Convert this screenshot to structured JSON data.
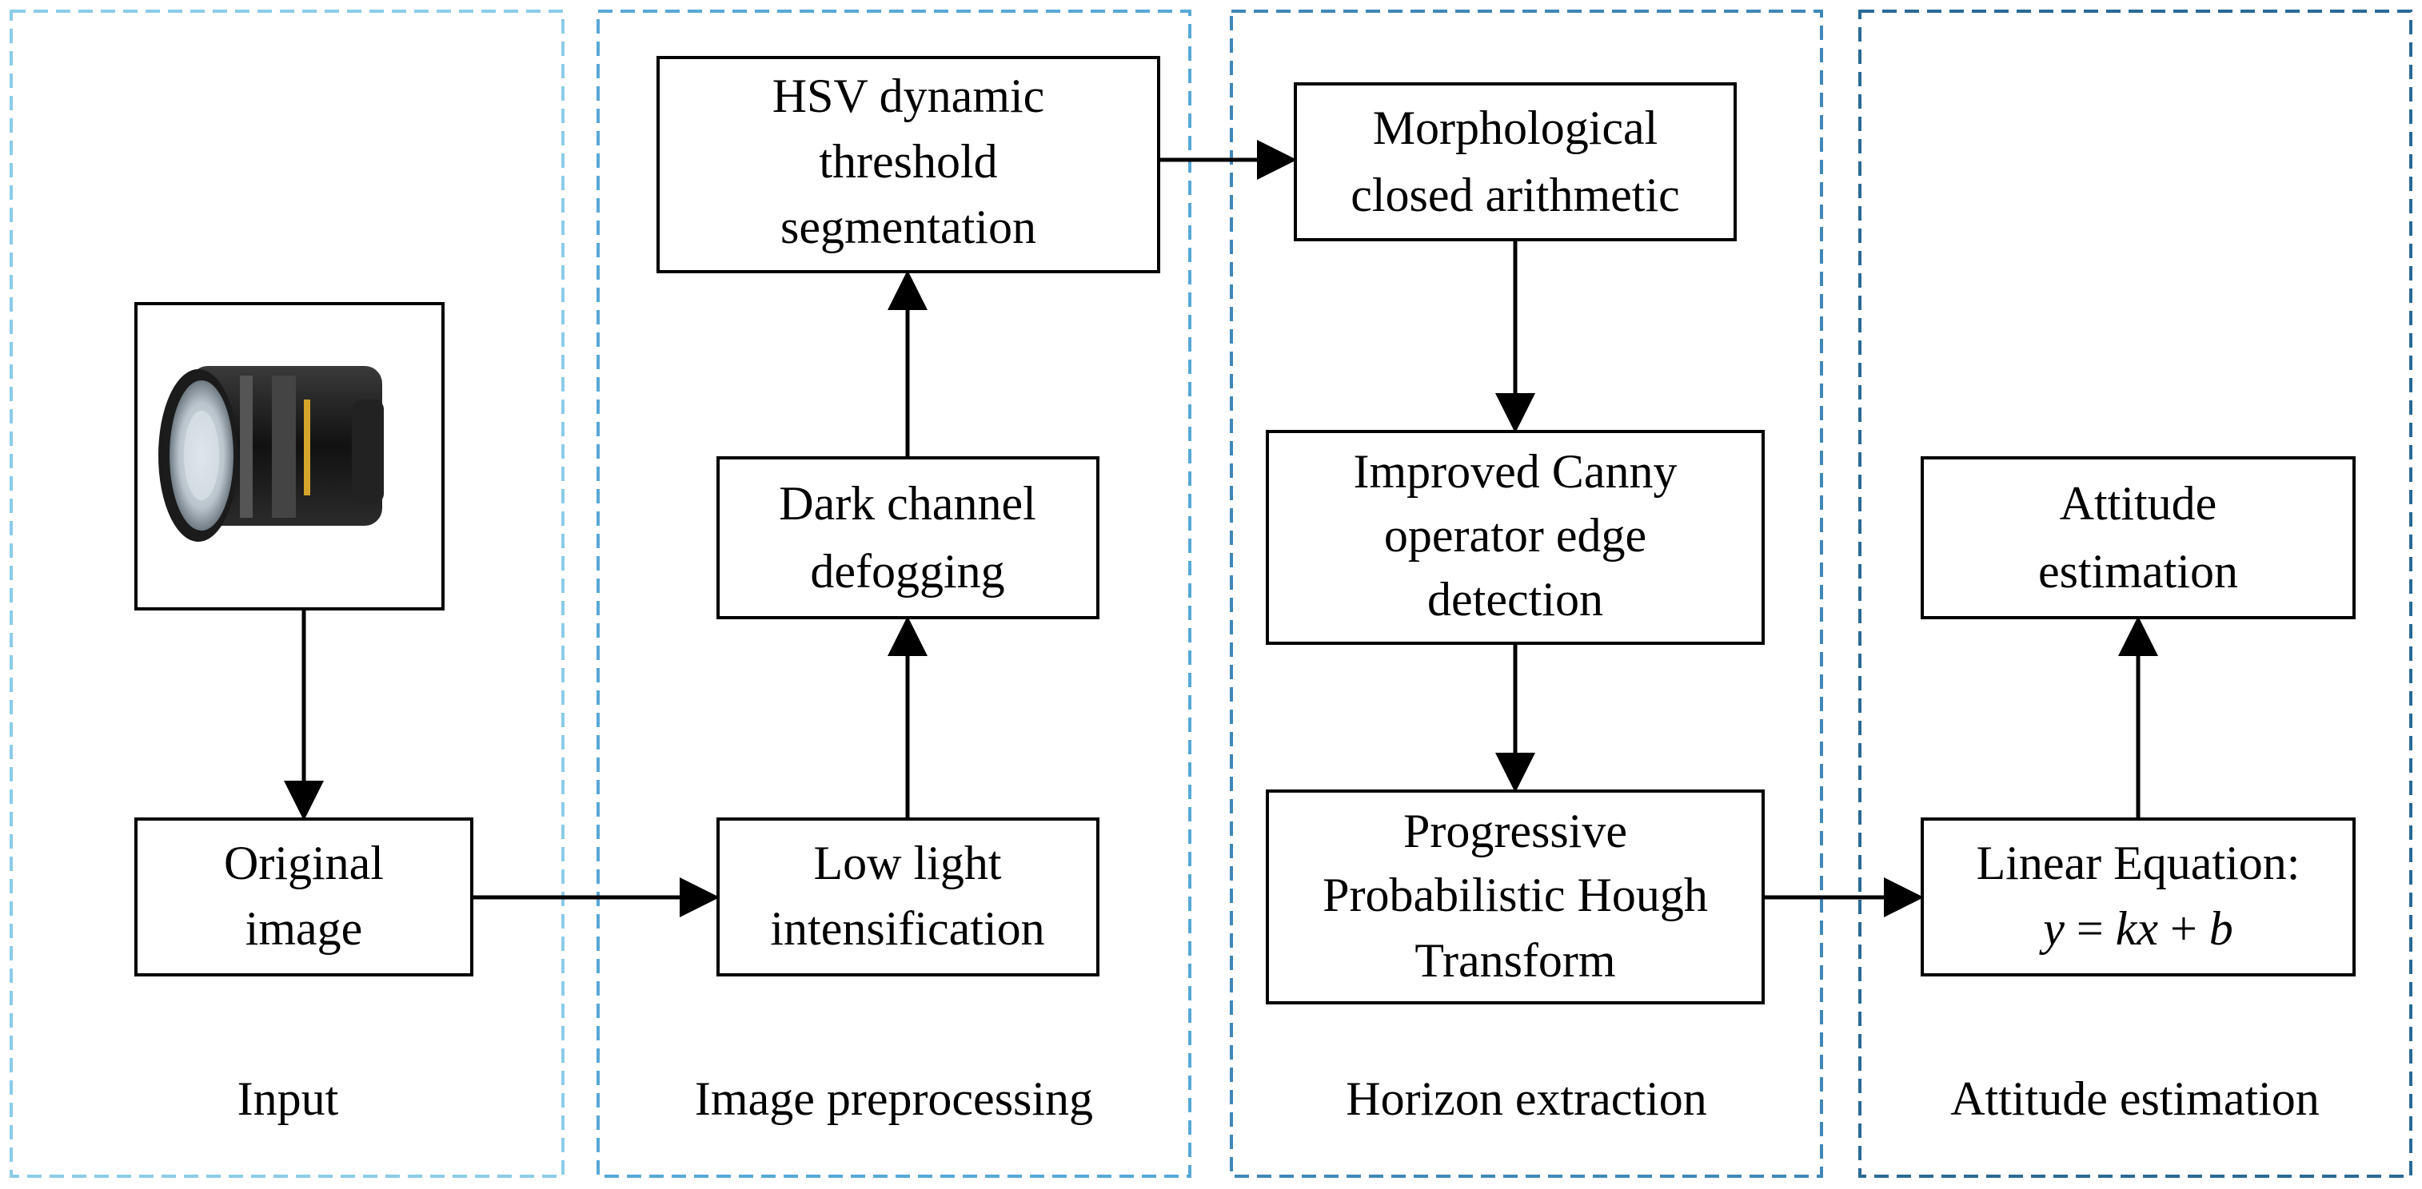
{
  "colors": {
    "panel_input": "#8ccbe8",
    "panel_preprocessing": "#58a8d6",
    "panel_horizon": "#3f87b8",
    "panel_attitude": "#2a6a96"
  },
  "panels": {
    "input": "Input",
    "preprocessing": "Image preprocessing",
    "horizon": "Horizon extraction",
    "attitude": "Attitude estimation"
  },
  "boxes": {
    "lens_photo_icon": "camera-lens-photo",
    "original": [
      "Original",
      "image"
    ],
    "low_light": [
      "Low light",
      "intensification"
    ],
    "dark_channel": [
      "Dark channel",
      "defogging"
    ],
    "hsv": [
      "HSV dynamic",
      "threshold",
      "segmentation"
    ],
    "morph": [
      "Morphological",
      "closed arithmetic"
    ],
    "canny": [
      "Improved Canny",
      "operator edge",
      "detection"
    ],
    "hough": [
      "Progressive",
      "Probabilistic Hough",
      "Transform"
    ],
    "linear": {
      "line1": "Linear  Equation:",
      "y": "y",
      "eq": " = ",
      "kx": "kx",
      "plus": " + ",
      "b": "b"
    },
    "attitude_box": [
      "Attitude",
      "estimation"
    ]
  }
}
